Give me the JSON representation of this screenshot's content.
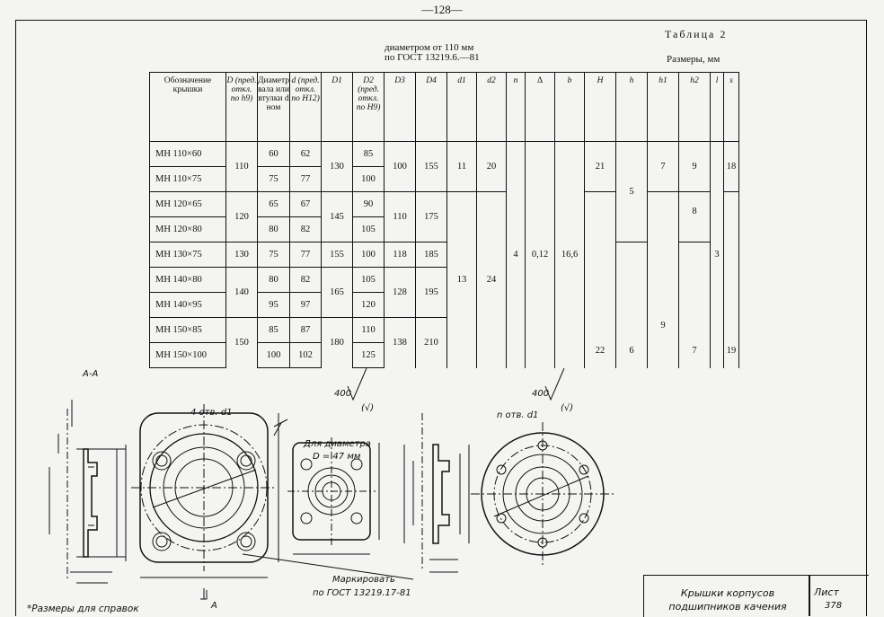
{
  "page_number": "—128—",
  "table_number": "Таблица 2",
  "subtitle_line1": "диаметром от 110 мм",
  "subtitle_line2": "по ГОСТ 13219.6.—81",
  "units": "Размеры, мм",
  "headers": {
    "designation": "Обозначение крышки",
    "D": "D (пред. откл. по h9)",
    "shaft": "Диаметр вала или втулки d ном",
    "d": "d (пред. откл. по H12)",
    "D1": "D1",
    "D2": "D2 (пред. откл. по H9)",
    "D3": "D3",
    "D4": "D4",
    "d1": "d1",
    "d2": "d2",
    "n": "n",
    "delta": "Δ",
    "b": "b",
    "H": "H",
    "h": "h",
    "h1": "h1",
    "h2": "h2",
    "l": "l",
    "s": "s"
  },
  "rows": [
    {
      "name": "МН 110×60",
      "shaft": "60",
      "d": "62",
      "D2": "85"
    },
    {
      "name": "МН 110×75",
      "shaft": "75",
      "d": "77",
      "D2": "100"
    },
    {
      "name": "МН 120×65",
      "shaft": "65",
      "d": "67",
      "D2": "90"
    },
    {
      "name": "МН 120×80",
      "shaft": "80",
      "d": "82",
      "D2": "105"
    },
    {
      "name": "МН 130×75",
      "shaft": "75",
      "d": "77",
      "D2": "100"
    },
    {
      "name": "МН 140×80",
      "shaft": "80",
      "d": "82",
      "D2": "105"
    },
    {
      "name": "МН 140×95",
      "shaft": "95",
      "d": "97",
      "D2": "120"
    },
    {
      "name": "МН 150×85",
      "shaft": "85",
      "d": "87",
      "D2": "110"
    },
    {
      "name": "МН 150×100",
      "shaft": "100",
      "d": "102",
      "D2": "125"
    }
  ],
  "merged": {
    "D_110": "110",
    "D_120": "120",
    "D_130": "130",
    "D_140": "140",
    "D_150": "150",
    "D1_130": "130",
    "D1_145": "145",
    "D1_155": "155",
    "D1_165": "165",
    "D1_180": "180",
    "D3_100": "100",
    "D3_110": "110",
    "D3_118": "118",
    "D3_128": "128",
    "D3_138": "138",
    "D4_155": "155",
    "D4_175": "175",
    "D4_185": "185",
    "D4_195": "195",
    "D4_210": "210",
    "d1_11": "11",
    "d1_13": "13",
    "d2_20": "20",
    "d2_24": "24",
    "n_4": "4",
    "delta_012": "0,12",
    "b_166": "16,6",
    "H_21": "21",
    "H_22": "22",
    "h_5": "5",
    "h_6": "6",
    "h1_7": "7",
    "h1_9": "9",
    "h2_9": "9",
    "h2_8": "8",
    "h2_7": "7",
    "l_3": "3",
    "s_18": "18",
    "s_19": "19"
  },
  "drawing": {
    "section_label": "А-А",
    "holes_left": "4 отв. d1",
    "holes_right": "n отв. d1",
    "roughness": "400",
    "roughness_sym": "(√)",
    "small_note1": "Для диаметра",
    "small_note2": "D = 47 мм",
    "marking1": "Маркировать",
    "marking2": "по ГОСТ 13219.17-81",
    "section_arrow": "А"
  },
  "stamp": {
    "title1": "Крышки корпусов",
    "title2": "подшипников качения",
    "sheet_label": "Лист",
    "sheet_no": "378"
  },
  "footnote": "*Размеры для справок"
}
